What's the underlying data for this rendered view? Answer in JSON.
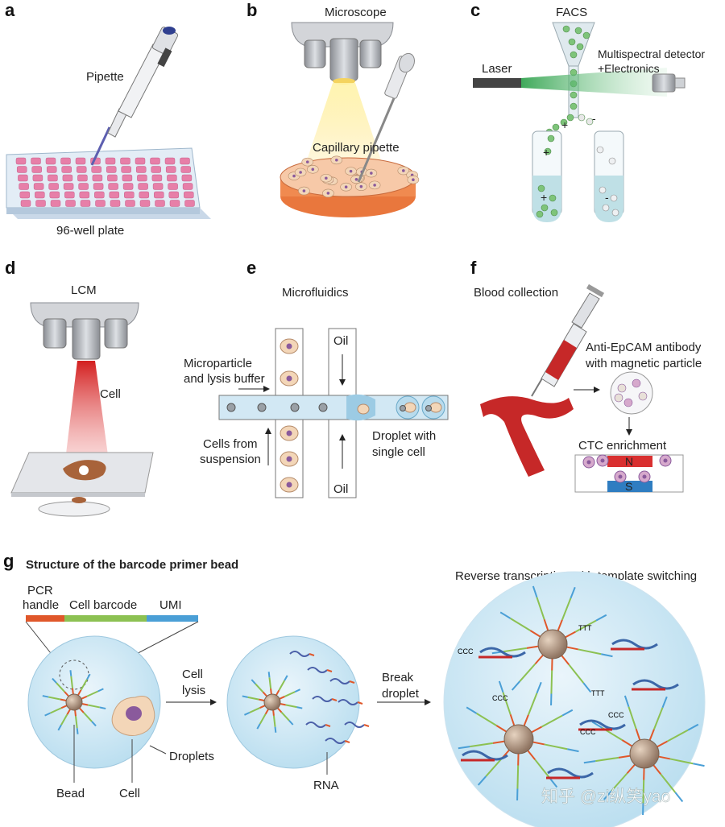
{
  "panels": {
    "a": {
      "letter": "a",
      "pipette": "Pipette",
      "plate": "96-well plate"
    },
    "b": {
      "letter": "b",
      "microscope": "Microscope",
      "capillary": "Capillary pipette"
    },
    "c": {
      "letter": "c",
      "facs": "FACS",
      "laser": "Laser",
      "detector_line1": "Multispectral detector",
      "detector_line2": "+Electronics",
      "plus": "+",
      "minus": "-"
    },
    "d": {
      "letter": "d",
      "lcm": "LCM",
      "cell": "Cell"
    },
    "e": {
      "letter": "e",
      "title": "Microfluidics",
      "microparticle_line1": "Microparticle",
      "microparticle_line2": "and lysis buffer",
      "oil": "Oil",
      "cells_line1": "Cells from",
      "cells_line2": "suspension",
      "droplet_line1": "Droplet with",
      "droplet_line2": "single cell"
    },
    "f": {
      "letter": "f",
      "blood": "Blood collection",
      "antibody_line1": "Anti-EpCAM antibody",
      "antibody_line2": "with magnetic particle",
      "ctc": "CTC enrichment",
      "north": "N",
      "south": "S"
    },
    "g": {
      "letter": "g",
      "title": "Structure of the barcode primer bead",
      "pcr_line1": "PCR",
      "pcr_line2": "handle",
      "cell_barcode": "Cell barcode",
      "umi": "UMI",
      "lysis_line1": "Cell",
      "lysis_line2": "lysis",
      "break_line1": "Break",
      "break_line2": "droplet",
      "bead": "Bead",
      "cell": "Cell",
      "droplets": "Droplets",
      "rna": "RNA",
      "rt_title": "Reverse transcription with template switching",
      "ttt": "TTT",
      "ccc": "CCC"
    }
  },
  "watermark": "知乎 @zi纵笑yao",
  "colors": {
    "pcr": "#e0572a",
    "barcode": "#8cc152",
    "umi": "#4a9fd6",
    "droplet": "#cfe8f5",
    "cell": "#f3d6b8",
    "nucleus": "#8a5a9c",
    "red": "#c62828",
    "magnet_n": "#d93030",
    "magnet_s": "#2f7dc1"
  }
}
